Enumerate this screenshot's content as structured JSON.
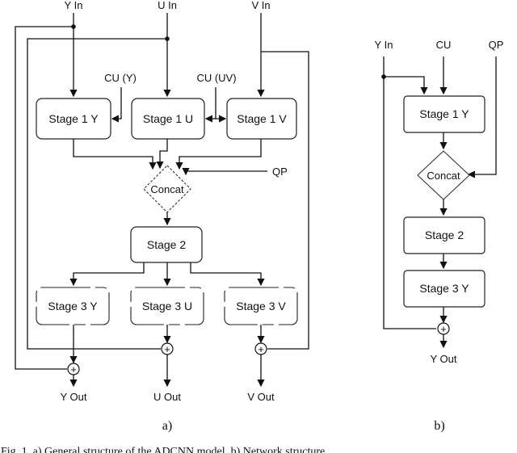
{
  "diagram_a": {
    "inputs": {
      "y": "Y In",
      "u": "U In",
      "v": "V In"
    },
    "side_inputs": {
      "cu_y": "CU (Y)",
      "cu_uv": "CU (UV)",
      "qp": "QP"
    },
    "stage1": {
      "y": "Stage 1 Y",
      "u": "Stage 1 U",
      "v": "Stage 1 V"
    },
    "concat": "Concat",
    "stage2": "Stage 2",
    "stage3": {
      "y": "Stage 3 Y",
      "u": "Stage 3 U",
      "v": "Stage 3 V"
    },
    "sum_symbol": "+",
    "outputs": {
      "y": "Y Out",
      "u": "U Out",
      "v": "V Out"
    },
    "label": "a)"
  },
  "diagram_b": {
    "inputs": {
      "y": "Y In",
      "cu": "CU",
      "qp": "QP"
    },
    "stage1": "Stage 1 Y",
    "concat": "Concat",
    "stage2": "Stage 2",
    "stage3": "Stage 3 Y",
    "sum_symbol": "+",
    "output": "Y Out",
    "label": "b)"
  },
  "caption": "Fig. 1.  a) General structure of the ADCNN model. b) Network structure"
}
